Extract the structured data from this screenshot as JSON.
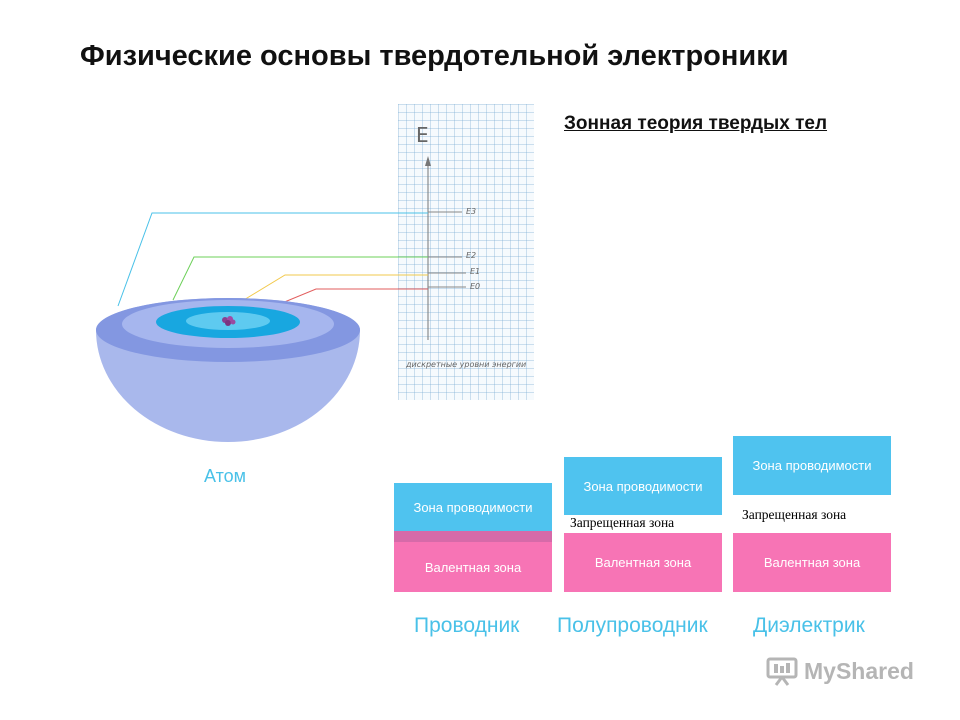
{
  "title": "Физические основы твердотельной электроники",
  "subtitle": "Зонная теория твердых тел",
  "energy_diagram": {
    "axis_label": "E",
    "levels": [
      "E3",
      "E2",
      "E1",
      "E0"
    ],
    "caption": "дискретные уровни энергии"
  },
  "atom": {
    "label": "Атом"
  },
  "materials": [
    {
      "name": "Проводник",
      "conduction_band": "Зона проводимости",
      "valence_band": "Валентная зона",
      "gap": ""
    },
    {
      "name": "Полупроводник",
      "conduction_band": "Зона проводимости",
      "valence_band": "Валентная зона",
      "gap": "Запрещенная зона"
    },
    {
      "name": "Диэлектрик",
      "conduction_band": "Зона проводимости",
      "valence_band": "Валентная зона",
      "gap": "Запрещенная зона"
    }
  ],
  "colors": {
    "conduction": "#4fc3ef",
    "valence": "#f774b5",
    "overlap": "#d66aa9",
    "accent_text": "#49c1e8"
  },
  "watermark": {
    "brand": "MyShared",
    "icon": "presentation-board-icon"
  }
}
